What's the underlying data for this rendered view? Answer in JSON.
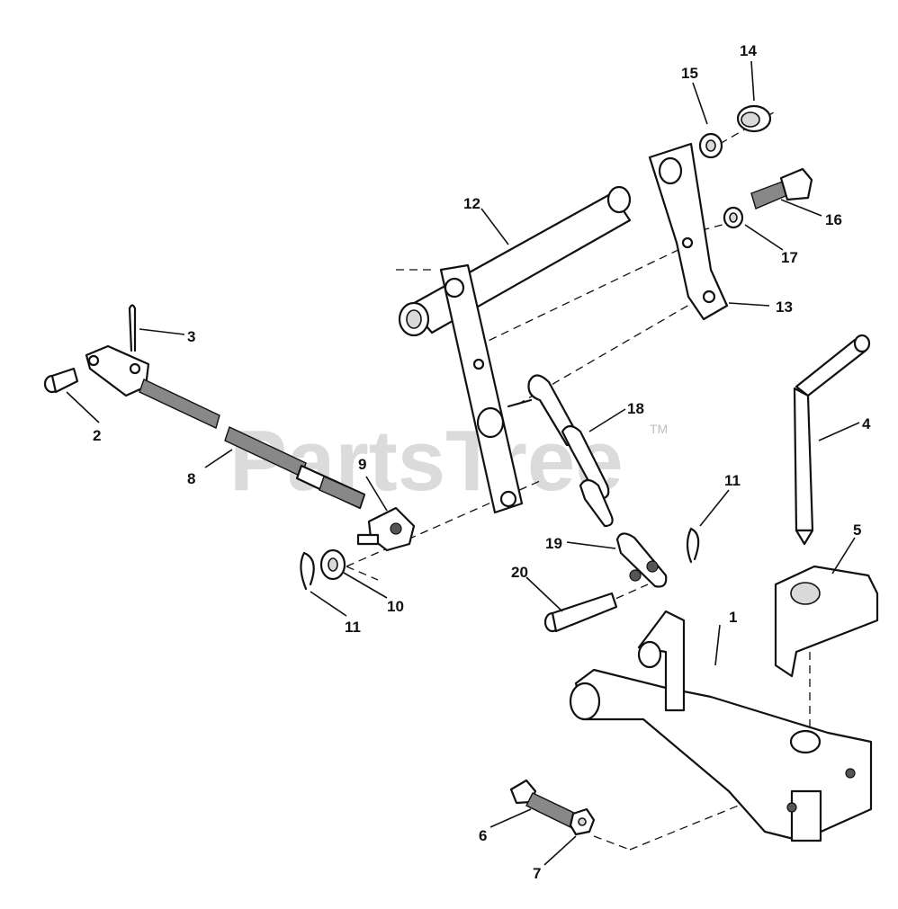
{
  "watermark": {
    "text": "PartsTree",
    "trademark": "TM"
  },
  "callouts": [
    {
      "id": "c1",
      "label": "1"
    },
    {
      "id": "c2",
      "label": "2"
    },
    {
      "id": "c3",
      "label": "3"
    },
    {
      "id": "c4",
      "label": "4"
    },
    {
      "id": "c5",
      "label": "5"
    },
    {
      "id": "c6",
      "label": "6"
    },
    {
      "id": "c7",
      "label": "7"
    },
    {
      "id": "c8",
      "label": "8"
    },
    {
      "id": "c9",
      "label": "9"
    },
    {
      "id": "c10",
      "label": "10"
    },
    {
      "id": "c11a",
      "label": "11"
    },
    {
      "id": "c11b",
      "label": "11"
    },
    {
      "id": "c12",
      "label": "12"
    },
    {
      "id": "c13",
      "label": "13"
    },
    {
      "id": "c14",
      "label": "14"
    },
    {
      "id": "c15",
      "label": "15"
    },
    {
      "id": "c16",
      "label": "16"
    },
    {
      "id": "c17",
      "label": "17"
    },
    {
      "id": "c18",
      "label": "18"
    },
    {
      "id": "c19",
      "label": "19"
    },
    {
      "id": "c20",
      "label": "20"
    }
  ]
}
